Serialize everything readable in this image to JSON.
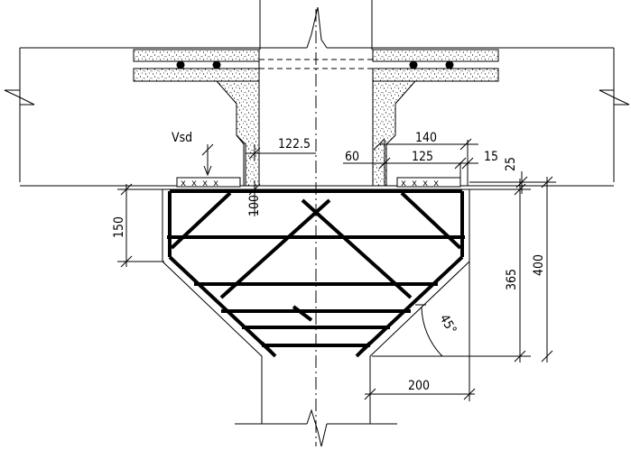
{
  "labels": {
    "load": "Vsd",
    "dim_122_5": "122.5",
    "dim_140": "140",
    "dim_60": "60",
    "dim_125": "125",
    "dim_15": "15",
    "dim_25": "25",
    "dim_100": "100",
    "dim_150": "150",
    "dim_365": "365",
    "dim_400": "400",
    "angle_45": "45°",
    "dim_200": "200"
  }
}
